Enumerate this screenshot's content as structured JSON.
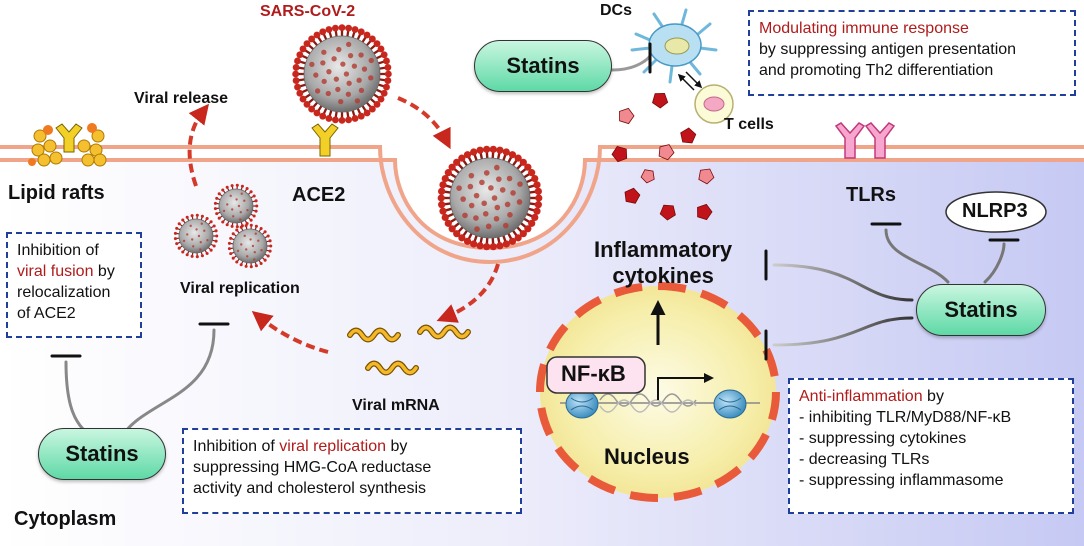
{
  "labels": {
    "sars": "SARS-CoV-2",
    "dcs": "DCs",
    "tcells": "T cells",
    "viral_release": "Viral release",
    "lipid_rafts": "Lipid rafts",
    "ace2": "ACE2",
    "tlrs": "TLRs",
    "nlrp3": "NLRP3",
    "inflammatory_line1": "Inflammatory",
    "inflammatory_line2": "cytokines",
    "viral_replication": "Viral replication",
    "viral_mrna": "Viral mRNA",
    "nfkb": "NF-κB",
    "nucleus": "Nucleus",
    "cytoplasm": "Cytoplasm"
  },
  "statins": {
    "top": "Statins",
    "right": "Statins",
    "left": "Statins"
  },
  "boxes": {
    "immune": {
      "highlight": "Modulating immune response",
      "line2": "by suppressing antigen presentation",
      "line3": "and promoting Th2 differentiation"
    },
    "fusion": {
      "line1": "Inhibition of",
      "highlight": "viral fusion",
      "line2_rest": " by",
      "line3": "relocalization",
      "line4": "of ACE2"
    },
    "replication": {
      "prefix": "Inhibition of ",
      "highlight": "viral replication",
      "suffix": " by",
      "line2": "suppressing HMG-CoA reductase",
      "line3": "activity and cholesterol synthesis"
    },
    "anti": {
      "highlight": "Anti-inflammation",
      "suffix": " by",
      "items": [
        "- inhibiting TLR/MyD88/NF-κB",
        "- suppressing cytokines",
        "- decreasing TLRs",
        "- suppressing inflammasome"
      ]
    }
  },
  "colors": {
    "highlight": "#b01b1b",
    "box_border": "#1f3f9a",
    "statins_fill": "#5ed9a6",
    "membrane": "#f0a58a",
    "cytoplasm_right": "#cfd2f7",
    "nucleus_fill": "#f7f0b0",
    "nucleus_border": "#e85a3a"
  }
}
